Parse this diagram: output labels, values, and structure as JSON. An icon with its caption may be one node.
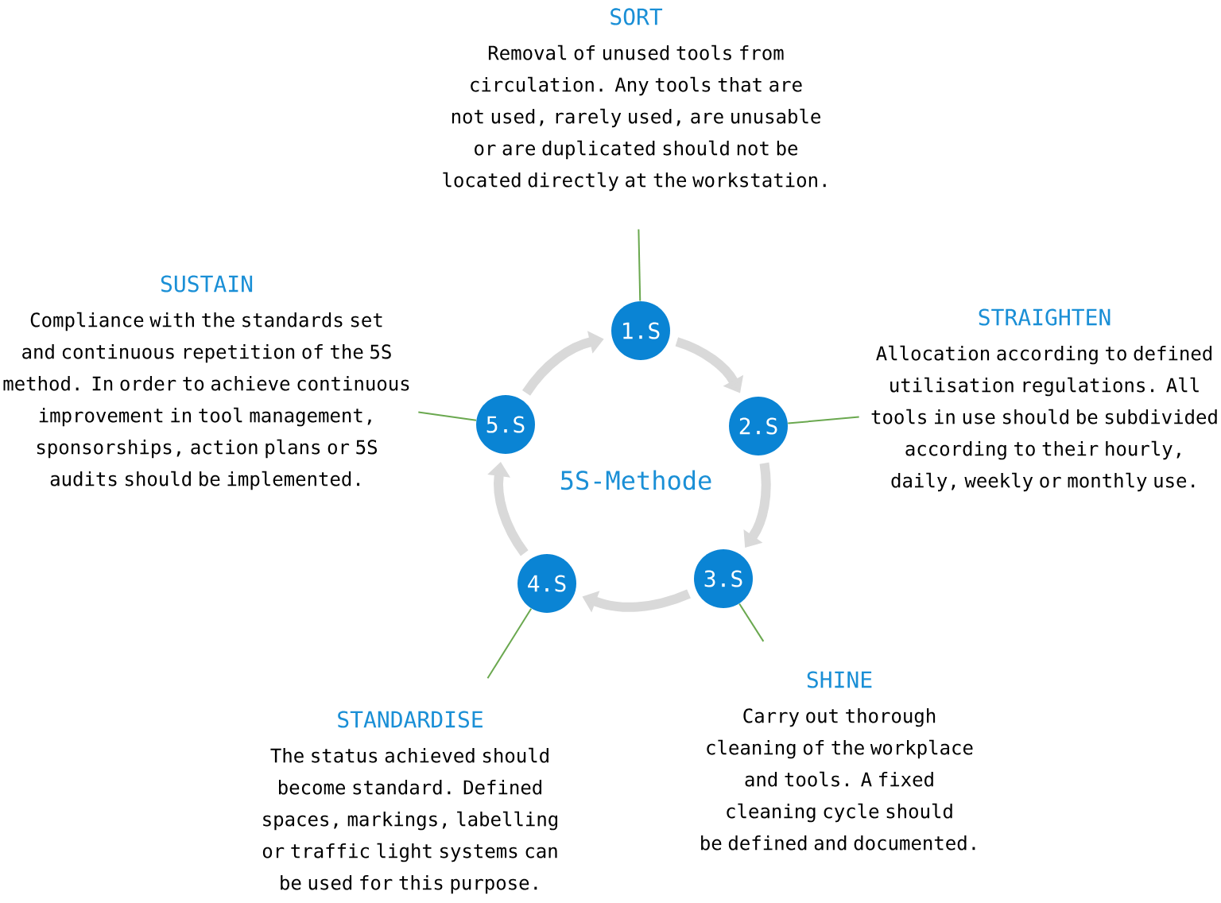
{
  "diagram": {
    "nodes": [
      {
        "text": [
          "1.S"
        ]
      },
      {
        "text": [
          "2.S"
        ]
      },
      {
        "text": [
          "3.S"
        ]
      },
      {
        "text": [
          "4.S"
        ]
      },
      {
        "text": [
          "5.S"
        ]
      },
      {
        "text": [
          "SORT",
          "Removal of unused tools from circulation. Any tools that are not used, rarely used, are unusable or are duplicated should not be located directly at the workstation."
        ]
      },
      {
        "text": [
          "STRAIGHTEN",
          "Allocation according to defined utilisation regulations. All tools in use should be subdivided according to their hourly, daily, weekly or monthly use."
        ]
      },
      {
        "text": [
          "SHINE",
          "Carry out thorough cleaning of the workplace and tools. A fixed cleaning cycle should be defined and documented."
        ]
      },
      {
        "text": [
          "STANDARDISE",
          "The status achieved should become standard. Defined spaces, markings, labelling or traffic light systems can be used for this purpose."
        ]
      },
      {
        "text": [
          "SUSTAIN",
          "Compliance with the standards set and continuous repetition of the 5S method. In order to achieve continuous improvement in tool management, sponsorships, action plans or 5S audits should be implemented."
        ]
      }
    ],
    "edges": [
      {
        "from": 0,
        "to": 1,
        "arrow": "to",
        "style": "thick",
        "color": "#d9d9d9"
      },
      {
        "from": 1,
        "to": 2,
        "arrow": "to",
        "style": "thick",
        "color": "#d9d9d9"
      },
      {
        "from": 2,
        "to": 3,
        "arrow": "to",
        "style": "thick",
        "color": "#d9d9d9"
      },
      {
        "from": 3,
        "to": 4,
        "arrow": "to",
        "style": "thick",
        "color": "#d9d9d9"
      },
      {
        "from": 4,
        "to": 0,
        "arrow": "to",
        "style": "thick",
        "color": "#d9d9d9"
      },
      {
        "from": 0,
        "to": 5,
        "arrow": "none",
        "color": "#6aa84f"
      },
      {
        "from": 1,
        "to": 6,
        "arrow": "none",
        "color": "#6aa84f"
      },
      {
        "from": 2,
        "to": 7,
        "arrow": "none",
        "color": "#6aa84f"
      },
      {
        "from": 3,
        "to": 8,
        "arrow": "none",
        "color": "#6aa84f"
      },
      {
        "from": 4,
        "to": 9,
        "arrow": "none",
        "color": "#6aa84f"
      }
    ],
    "labels": [
      "5S-Methode"
    ]
  }
}
